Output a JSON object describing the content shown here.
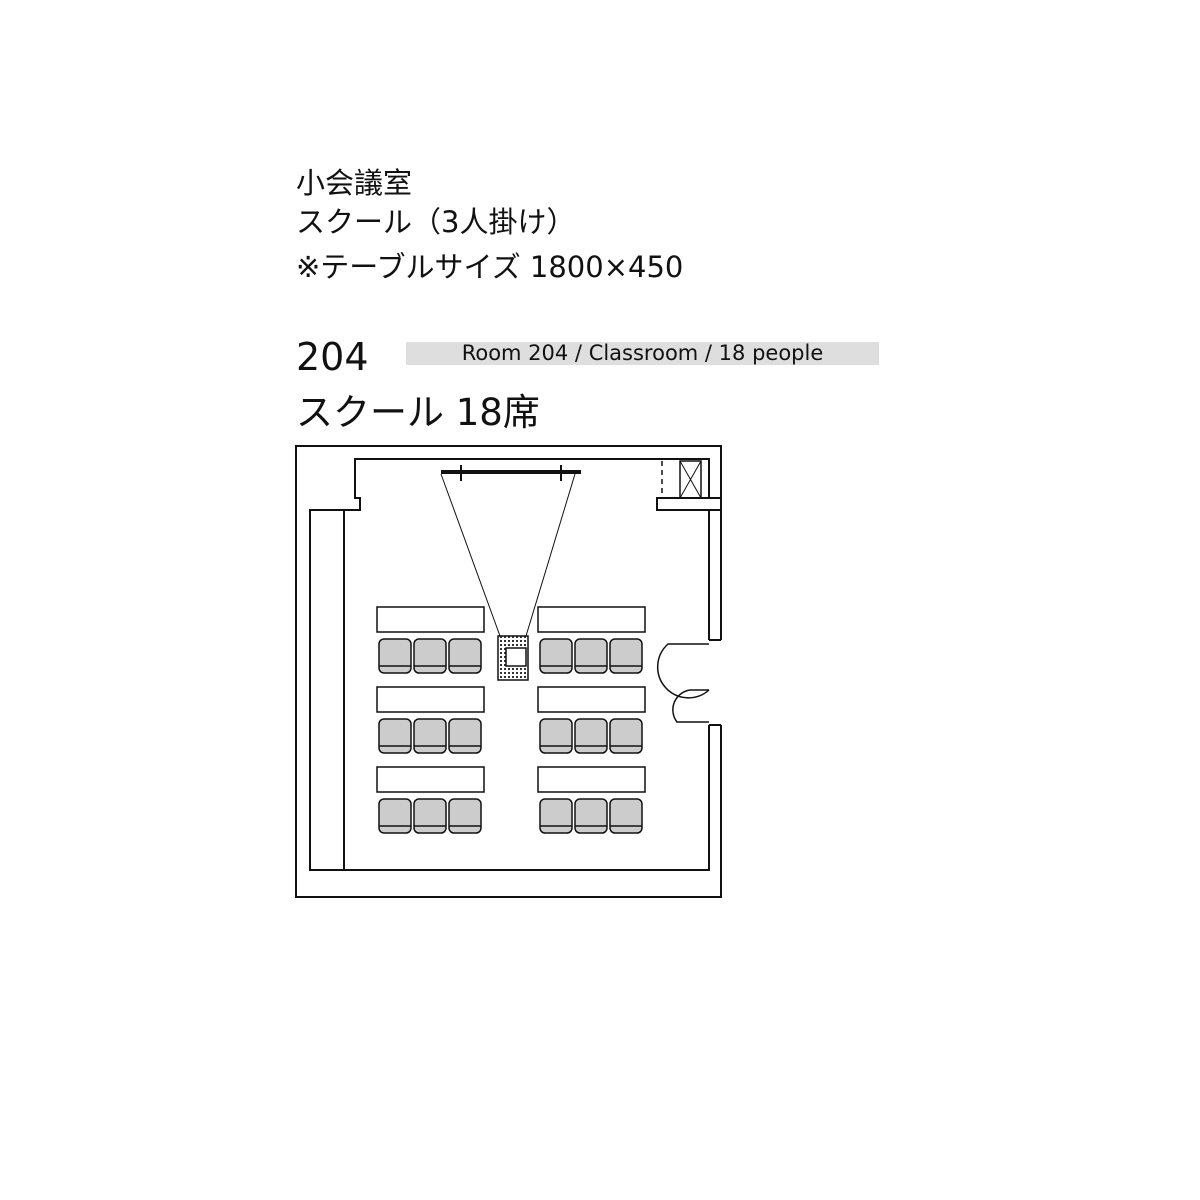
{
  "header": {
    "room_name": "小会議室",
    "layout_desc": "スクール（3人掛け）",
    "table_size": "※テーブルサイズ  1800×450"
  },
  "room": {
    "number": "204",
    "layout_label": "スクール  18席",
    "caption": "Room 204 / Classroom / 18 people"
  },
  "plan": {
    "desk_rows": 3,
    "desk_columns": 2,
    "seats_per_desk": 3,
    "colors": {
      "wall": "#111111",
      "chair_fill": "#cccccc",
      "caption_bg": "#dedede"
    }
  }
}
